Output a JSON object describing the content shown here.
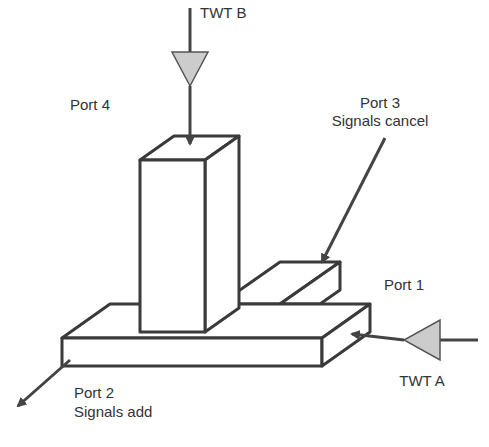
{
  "diagram": {
    "labels": [
      "TWT B",
      "Port 4",
      "Port 3",
      "Signals cancel",
      "Port 1",
      "TWT A",
      "Port 2",
      "Signals add"
    ]
  }
}
